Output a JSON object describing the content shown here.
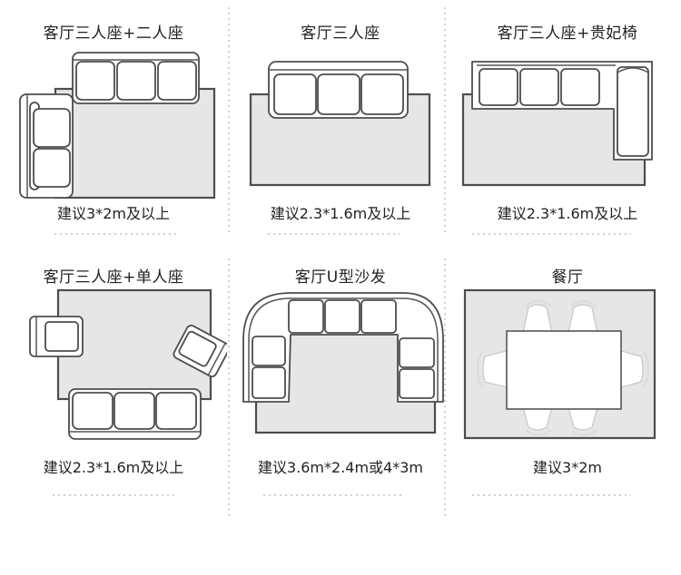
{
  "layouts": [
    {
      "title": "客厅三人座+二人座",
      "caption": "建议3*2m及以上"
    },
    {
      "title": "客厅三人座",
      "caption": "建议2.3*1.6m及以上"
    },
    {
      "title": "客厅三人座+贵妃椅",
      "caption": "建议2.3*1.6m及以上"
    },
    {
      "title": "客厅三人座+单人座",
      "caption": "建议2.3*1.6m及以上"
    },
    {
      "title": "客厅U型沙发",
      "caption": "建议3.6m*2.4m或4*3m"
    },
    {
      "title": "餐厅",
      "caption": "建议3*2m"
    }
  ],
  "colors": {
    "rug_fill": "#e6e6e6",
    "rug_stroke": "#4d4d4d",
    "sofa_fill": "#ffffff",
    "text": "#222222",
    "divider": "#b5b5b5"
  }
}
